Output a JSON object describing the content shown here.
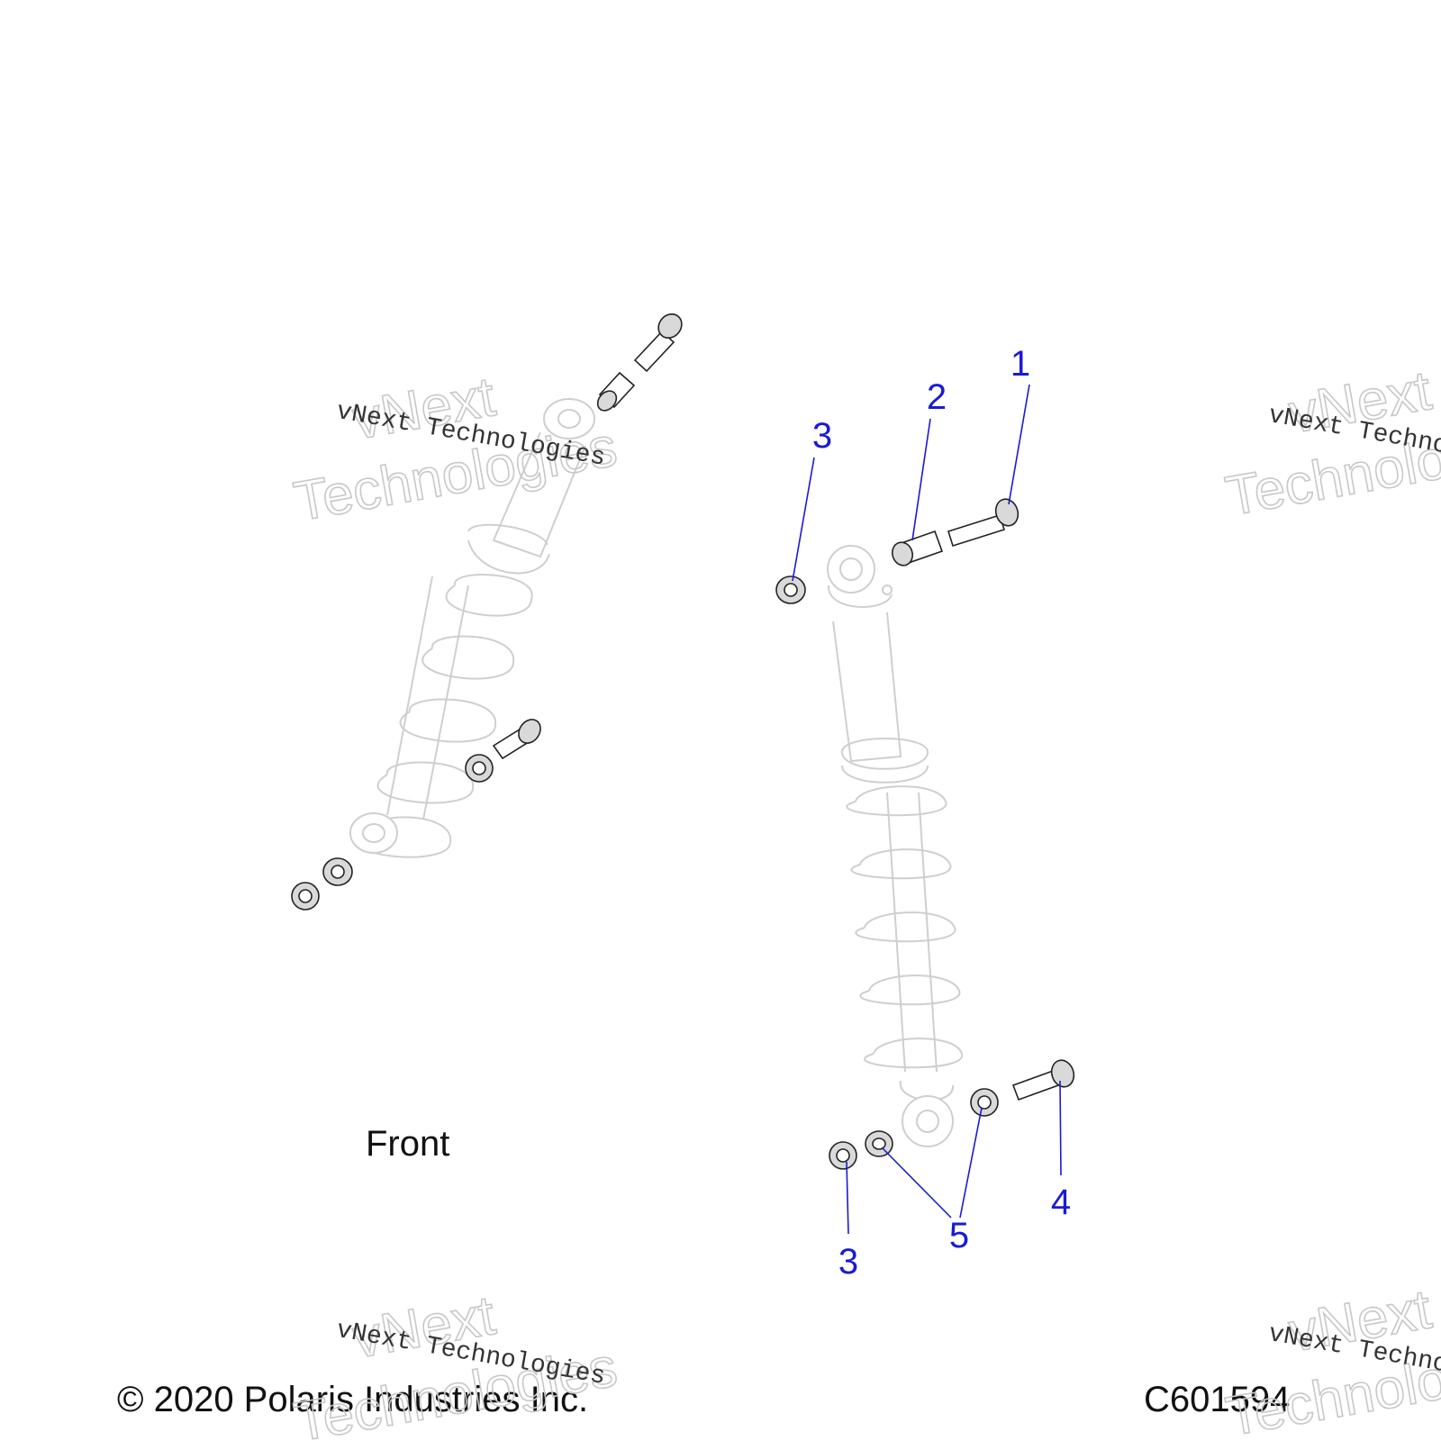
{
  "diagram": {
    "view_label": "Front",
    "copyright": "© 2020 Polaris Industries Inc.",
    "figure_code": "C601594",
    "callouts": [
      {
        "id": "c1",
        "label": "1"
      },
      {
        "id": "c2",
        "label": "2"
      },
      {
        "id": "c3a",
        "label": "3"
      },
      {
        "id": "c3b",
        "label": "3"
      },
      {
        "id": "c4",
        "label": "4"
      },
      {
        "id": "c5",
        "label": "5"
      }
    ],
    "watermark": {
      "line1": "vNext",
      "line2": "Technologies",
      "mono": "vNext Technologies"
    },
    "colors": {
      "callout": "#1a1ad6",
      "line": "#222222",
      "ghost": "#cfcfcf"
    }
  }
}
